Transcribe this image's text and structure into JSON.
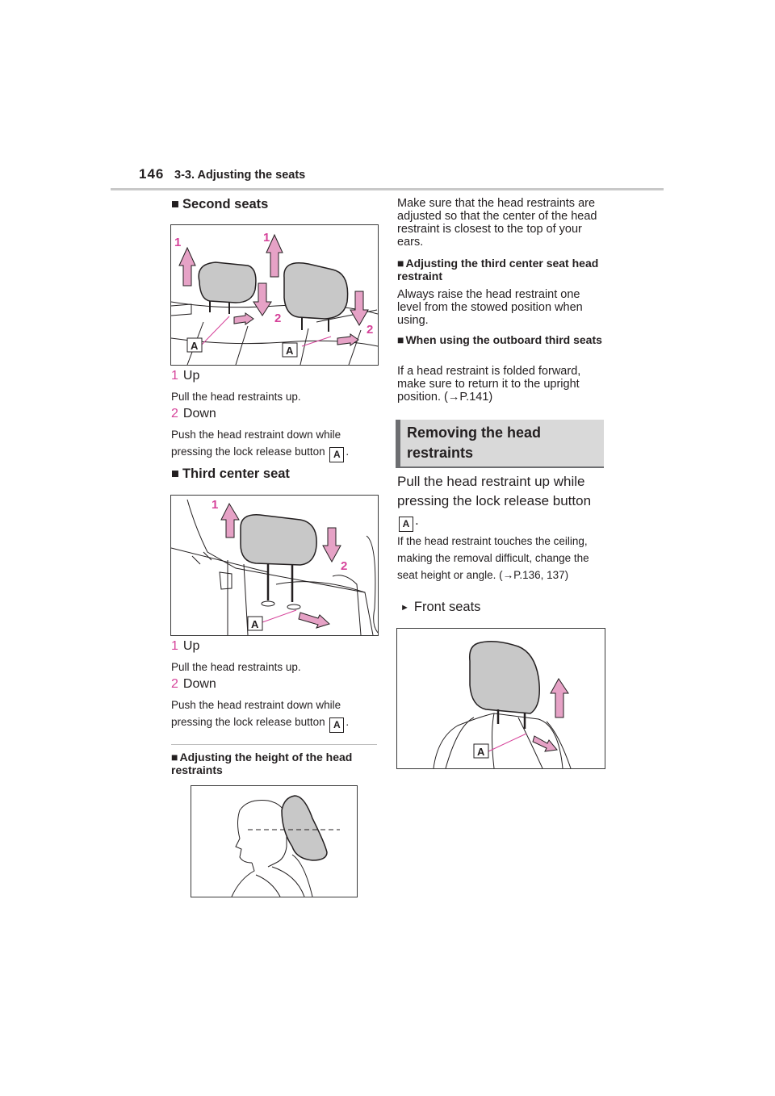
{
  "header": {
    "page_number": "146",
    "section_title": "3-3. Adjusting the seats"
  },
  "left": {
    "second_seats": {
      "heading": "Second seats",
      "fig_labels": {
        "one": "1",
        "two": "2",
        "a": "A"
      },
      "step1_num": "1",
      "step1_label": "Up",
      "step1_desc": "Pull the head restraints up.",
      "step2_num": "2",
      "step2_label": "Down",
      "step2_desc": "Push the head restraint down while pressing the lock release button",
      "button_ref": "A",
      "period": "."
    },
    "third_center": {
      "heading": "Third center seat",
      "step1_num": "1",
      "step1_label": "Up",
      "step1_desc": "Pull the head restraints up.",
      "step2_num": "2",
      "step2_label": "Down",
      "step2_desc": "Push the head restraint down while pressing the lock release button",
      "button_ref": "A",
      "period": "."
    },
    "height_note": {
      "heading": "Adjusting the height of the head restraints"
    }
  },
  "right": {
    "intro": "Make sure that the head restraints are adjusted so that the center of the head restraint is closest to the top of your ears.",
    "third_center_note": {
      "heading": "Adjusting the third center seat head restraint",
      "body": "Always raise the head restraint one level from the stowed position when using."
    },
    "outboard_note": {
      "heading": "When using the outboard third seats",
      "body": "If a head restraint is folded forward, make sure to return it to the upright position. (→P.141)"
    },
    "removing": {
      "heading": "Removing the head restraints",
      "instruction": "Pull the head restraint up while pressing the lock release button",
      "button_ref": "A",
      "period": ".",
      "note": "If the head restraint touches the ceiling, making the removal difficult, change the seat height or angle. (→P.136, 137)",
      "front_seats": "Front seats"
    }
  },
  "colors": {
    "accent": "#d6439a",
    "gray_box": "#d9d9d9",
    "gray_bar": "#6d6e71"
  },
  "bullets": {
    "square": "■",
    "triangle": "►"
  }
}
